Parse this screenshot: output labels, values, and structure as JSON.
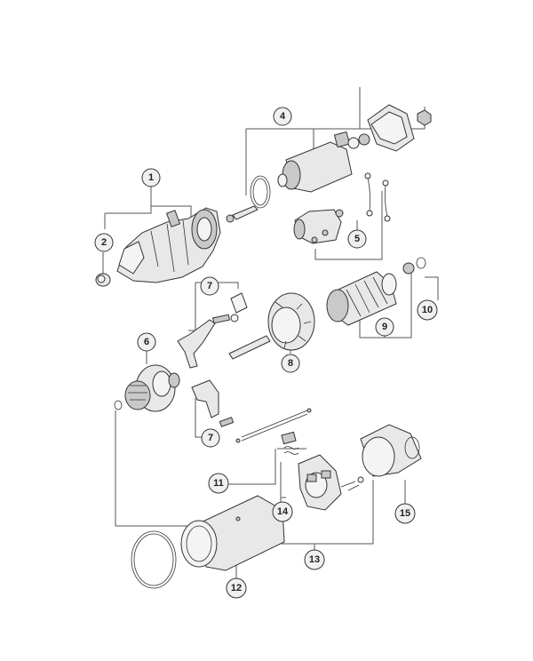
{
  "diagram": {
    "callouts": [
      {
        "number": "1"
      },
      {
        "number": "2"
      },
      {
        "number": "4"
      },
      {
        "number": "5"
      },
      {
        "number": "6"
      },
      {
        "number": "7"
      },
      {
        "number": "7"
      },
      {
        "number": "8"
      },
      {
        "number": "9"
      },
      {
        "number": "10"
      },
      {
        "number": "11"
      },
      {
        "number": "12"
      },
      {
        "number": "13"
      },
      {
        "number": "14"
      },
      {
        "number": "15"
      }
    ]
  },
  "colors": {
    "line": "#555555",
    "part_fill": "#e8e8e8",
    "background": "#ffffff"
  }
}
